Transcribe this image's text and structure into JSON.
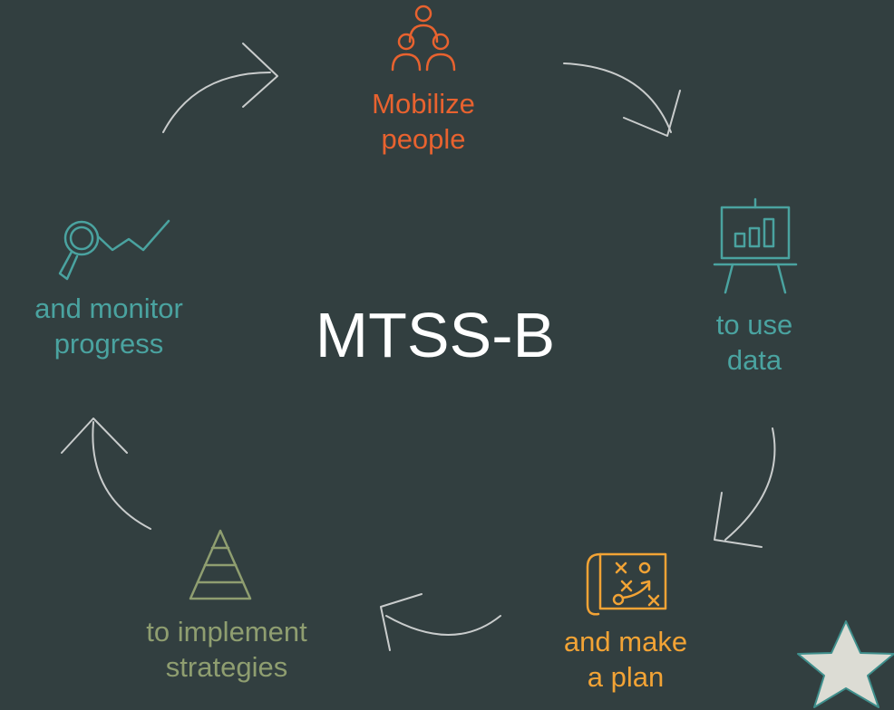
{
  "title": "MTSS-B",
  "steps": {
    "mobilize": {
      "line1": "Mobilize",
      "line2": "people",
      "icon": "people-group-icon",
      "color": "#e8622f"
    },
    "data": {
      "line1": "to use",
      "line2": "data",
      "icon": "presentation-chart-icon",
      "color": "#4aa3a0"
    },
    "plan": {
      "line1": "and make",
      "line2": "a plan",
      "icon": "strategy-map-icon",
      "color": "#f2a335"
    },
    "implement": {
      "line1": "to implement",
      "line2": "strategies",
      "icon": "pyramid-icon",
      "color": "#8f9e70"
    },
    "monitor": {
      "line1": "and monitor",
      "line2": "progress",
      "icon": "magnifier-trend-icon",
      "color": "#4aa3a0"
    }
  },
  "colors": {
    "background": "#323f40",
    "arrow": "#c9cccc",
    "star": "#dcdcd4",
    "star_outline": "#3f8f8c"
  }
}
